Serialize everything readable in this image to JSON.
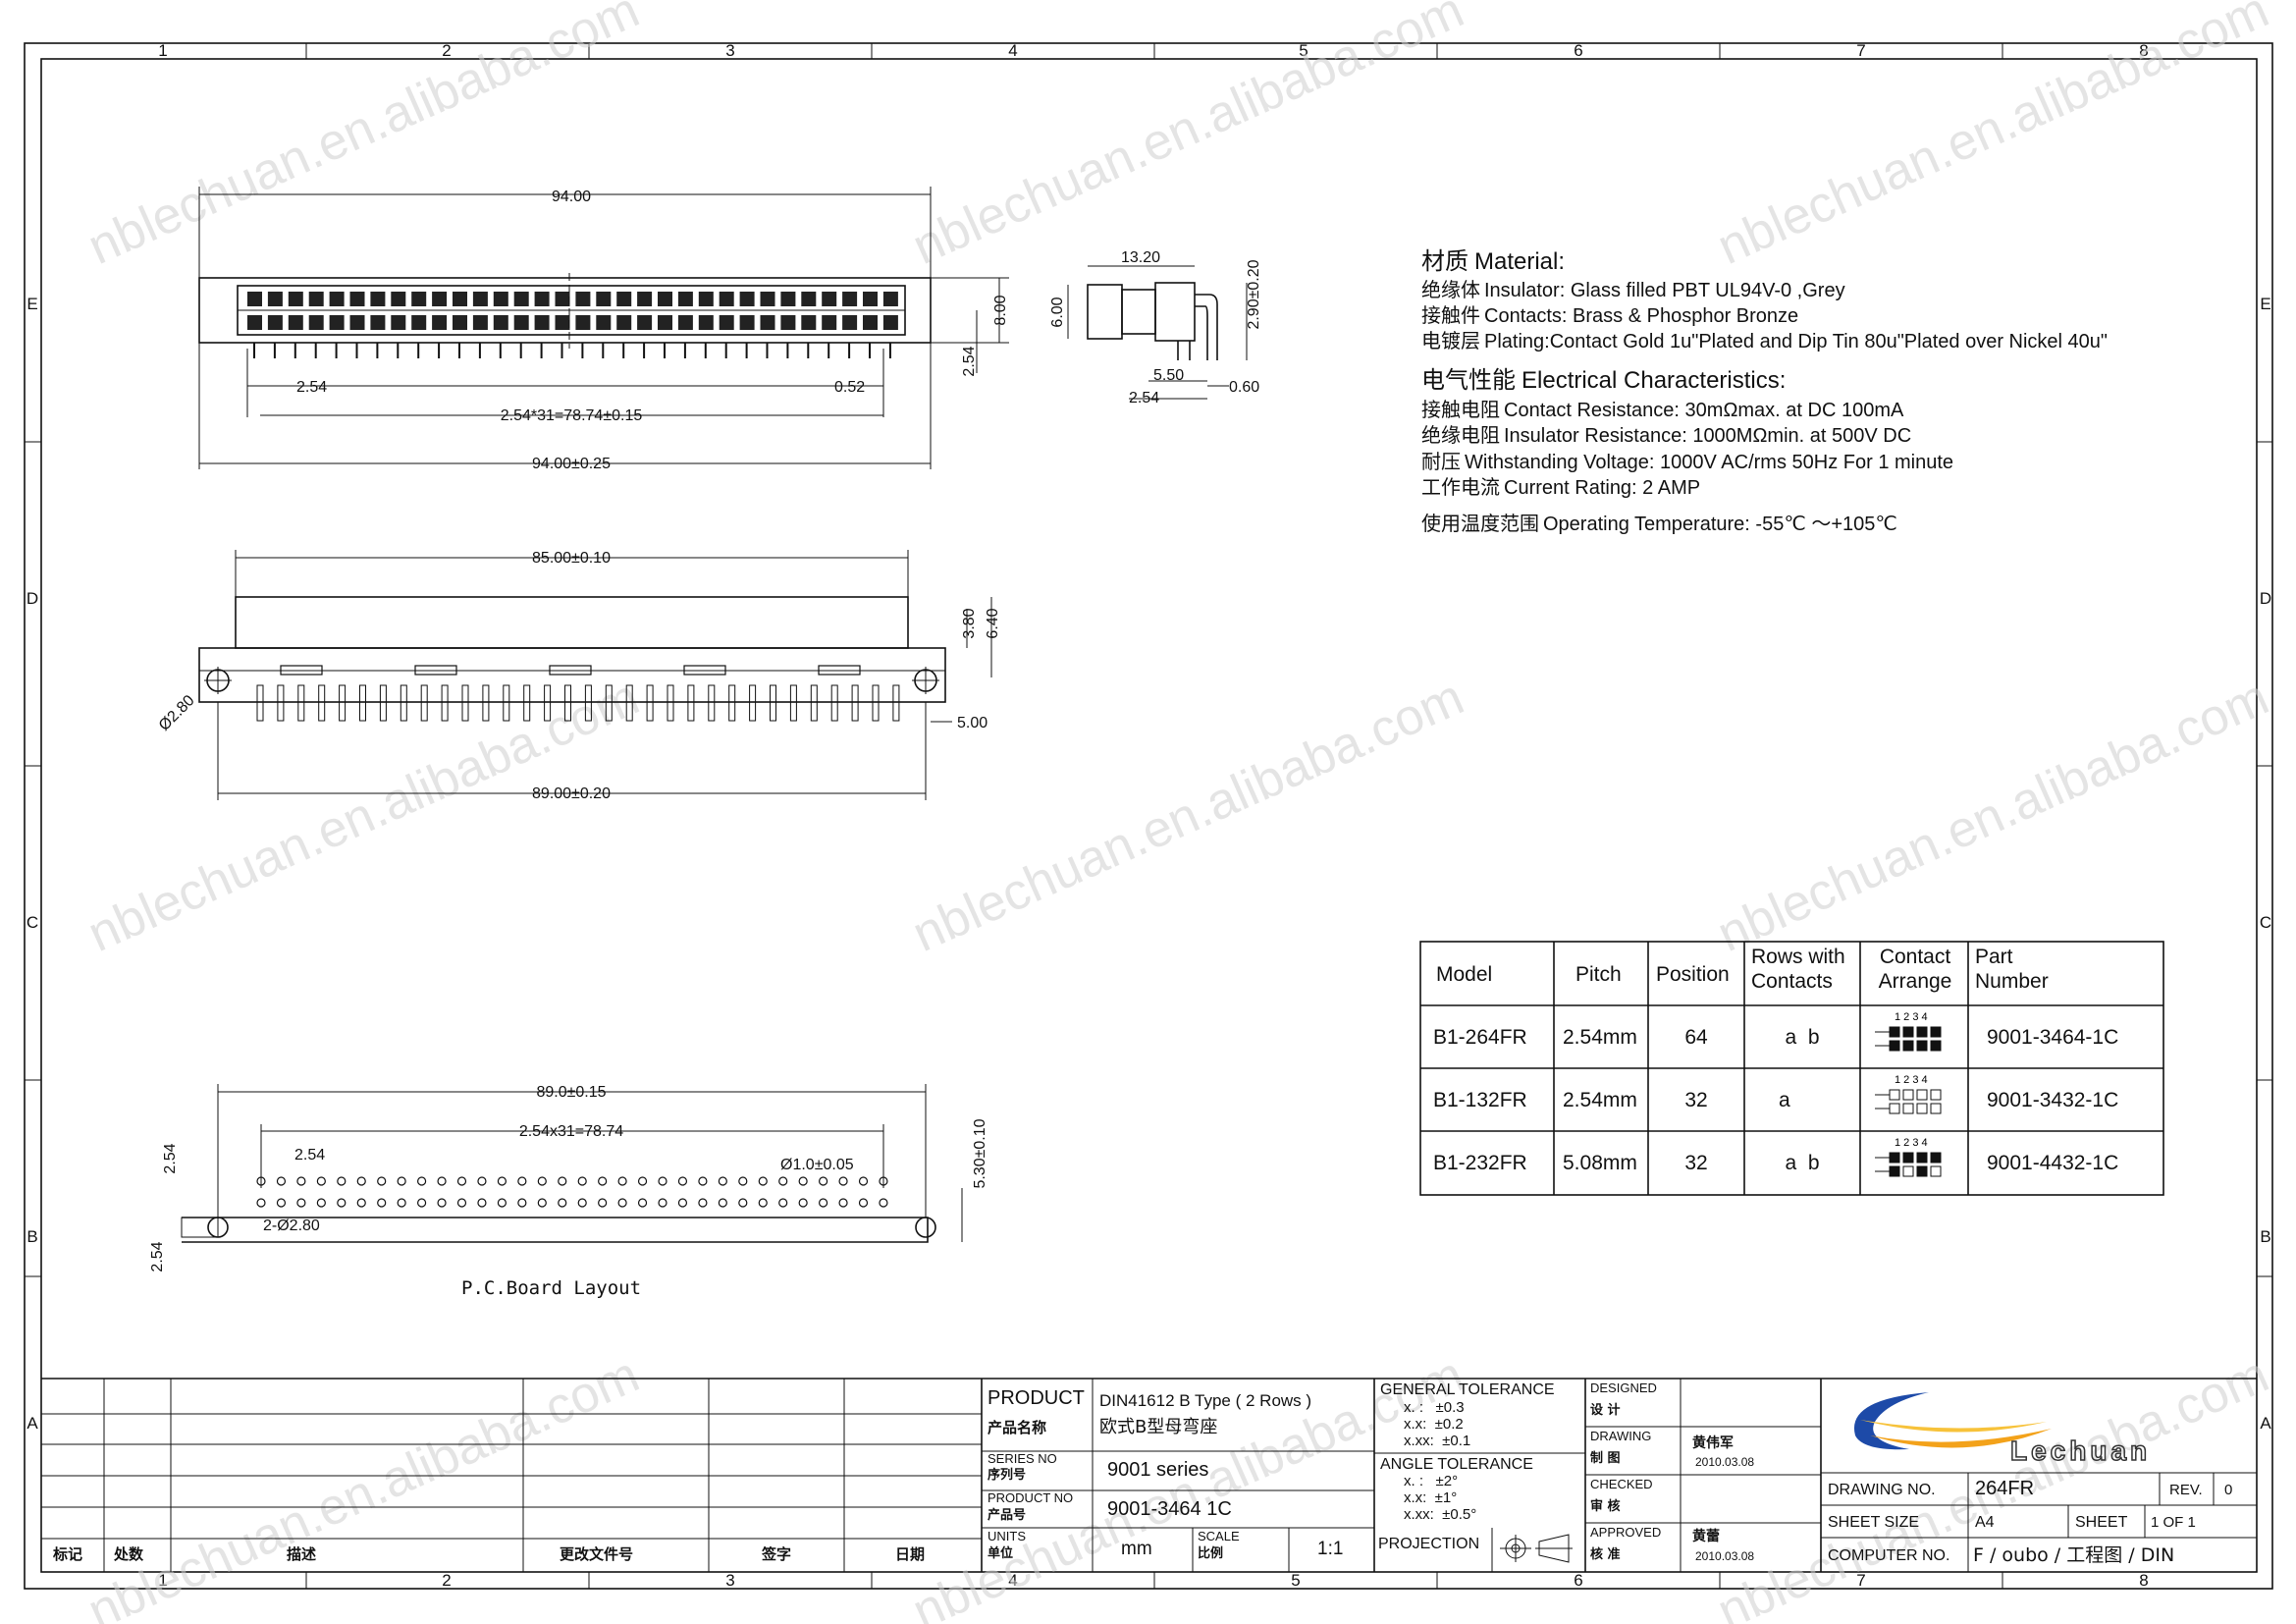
{
  "frame": {
    "columns": [
      "1",
      "2",
      "3",
      "4",
      "5",
      "6",
      "7",
      "8"
    ],
    "rows": [
      "E",
      "D",
      "C",
      "B",
      "A"
    ]
  },
  "watermark": "nblechuan.en.alibaba.com",
  "views": {
    "front": {
      "dims": [
        "94.00",
        "2.54",
        "0.52",
        "2.54*31=78.74±0.15",
        "94.00±0.25",
        "8.00",
        "2.54"
      ]
    },
    "side": {
      "dims": [
        "13.20",
        "2.90±0.20",
        "6.00",
        "5.50",
        "2.54",
        "0.60"
      ]
    },
    "top": {
      "dims": [
        "85.00±0.10",
        "3.80",
        "6.40",
        "Ø2.80",
        "5.00",
        "89.00±0.20"
      ]
    },
    "pcb": {
      "dims": [
        "89.0±0.15",
        "2.54x31=78.74",
        "2.54",
        "2.54",
        "Ø1.0±0.05",
        "5.30±0.10",
        "2-Ø2.80",
        "2.54"
      ],
      "title": "P.C.Board Layout"
    }
  },
  "specs": {
    "material_header_cn": "材质",
    "material_header": "Material:",
    "material": [
      {
        "cn": "绝缘体",
        "en": "Insulator: Glass filled PBT UL94V-0 ,Grey"
      },
      {
        "cn": "接触件",
        "en": "Contacts: Brass & Phosphor Bronze"
      },
      {
        "cn": "电镀层",
        "en": "Plating:Contact Gold 1u\"Plated and Dip Tin 80u\"Plated over Nickel 40u\""
      }
    ],
    "electrical_header_cn": "电气性能",
    "electrical_header": "Electrical Characteristics:",
    "electrical": [
      {
        "cn": "接触电阻",
        "en": "Contact Resistance: 30mΩmax. at DC 100mA"
      },
      {
        "cn": "绝缘电阻",
        "en": "Insulator Resistance: 1000MΩmin. at 500V DC"
      },
      {
        "cn": "耐压",
        "en": "Withstanding Voltage: 1000V AC/rms 50Hz For 1 minute"
      },
      {
        "cn": "工作电流",
        "en": "Current Rating: 2 AMP"
      },
      {
        "cn": "使用温度范围",
        "en": "Operating Temperature: -55℃ ～+105℃"
      }
    ]
  },
  "model_table": {
    "headers": [
      "Model",
      "Pitch",
      "Position",
      "Rows with Contacts",
      "Contact Arrange",
      "Part Number"
    ],
    "rows": [
      {
        "model": "B1-264FR",
        "pitch": "2.54mm",
        "position": "64",
        "rows": "a  b",
        "part": "9001-3464-1C"
      },
      {
        "model": "B1-132FR",
        "pitch": "2.54mm",
        "position": "32",
        "rows": "a",
        "part": "9001-3432-1C"
      },
      {
        "model": "B1-232FR",
        "pitch": "5.08mm",
        "position": "32",
        "rows": "a  b",
        "part": "9001-4432-1C"
      }
    ]
  },
  "title_block": {
    "rev_headers": [
      "标记",
      "处数",
      "描述",
      "更改文件号",
      "签字",
      "日期"
    ],
    "product_label": "PRODUCT",
    "product_label_cn": "产品名称",
    "product_en": "DIN41612 B Type ( 2 Rows )",
    "product_cn": "欧式B型母弯座",
    "series_label": "SERIES NO",
    "series_label_cn": "序列号",
    "series": "9001 series",
    "product_no_label": "PRODUCT NO",
    "product_no_label_cn": "产品号",
    "product_no": "9001-3464 1C",
    "units_label": "UNITS",
    "units_label_cn": "单位",
    "units": "mm",
    "scale_label": "SCALE",
    "scale_label_cn": "比例",
    "scale": "1:1",
    "gen_tol_label": "GENERAL TOLERANCE",
    "gen_tol": [
      "x. :   ±0.3",
      "x.x:  ±0.2",
      "x.xx:  ±0.1"
    ],
    "ang_tol_label": "ANGLE TOLERANCE",
    "ang_tol": [
      "x. :   ±2°",
      "x.x:  ±1°",
      "x.xx:  ±0.5°"
    ],
    "projection_label": "PROJECTION",
    "designed_label": "DESIGNED",
    "designed_cn": "设 计",
    "drawing_label": "DRAWING",
    "drawing_cn": "制 图",
    "drawer": "黄伟军",
    "drawer_date": "2010.03.08",
    "checked_label": "CHECKED",
    "checked_cn": "审 核",
    "approved_label": "APPROVED",
    "approved_cn": "核 准",
    "approver": "黄蕾",
    "approver_date": "2010.03.08",
    "logo": "Lechuan",
    "drawing_no_label": "DRAWING NO.",
    "drawing_no": "264FR",
    "rev_label": "REV.",
    "rev": "0",
    "sheet_size_label": "SHEET SIZE",
    "sheet_size": "A4",
    "sheet_label": "SHEET",
    "sheet": "1 OF 1",
    "computer_no_label": "COMPUTER NO.",
    "computer_no": "F / oubo / 工程图 / DIN"
  }
}
